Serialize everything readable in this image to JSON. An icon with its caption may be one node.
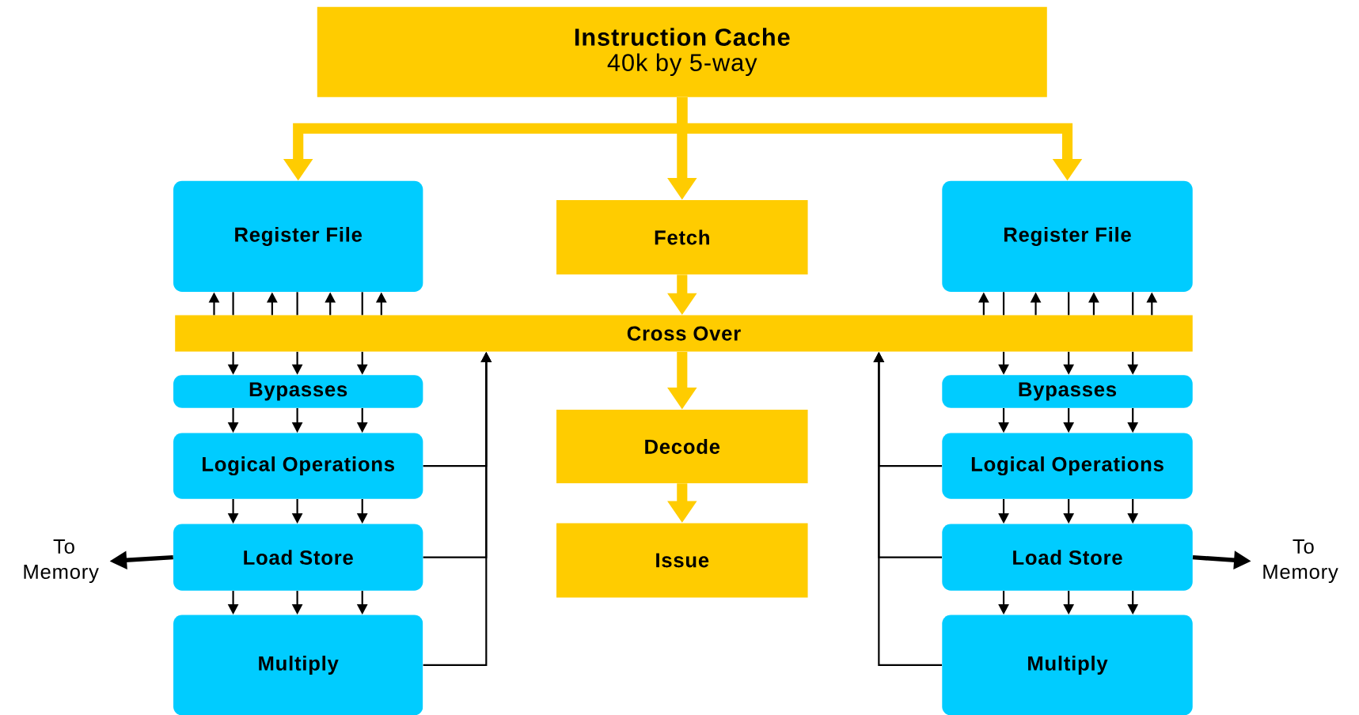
{
  "diagram": {
    "nodes": [
      {
        "text": [
          "Instruction Cache",
          "40k by 5-way"
        ]
      },
      {
        "text": [
          "Register File"
        ]
      },
      {
        "text": [
          "Fetch"
        ]
      },
      {
        "text": [
          "Register File"
        ]
      },
      {
        "text": [
          "Cross Over"
        ]
      },
      {
        "text": [
          "Bypasses"
        ]
      },
      {
        "text": [
          "Decode"
        ]
      },
      {
        "text": [
          "Bypasses"
        ]
      },
      {
        "text": [
          "Logical Operations"
        ]
      },
      {
        "text": [
          "Logical Operations"
        ]
      },
      {
        "text": [
          "Load Store"
        ]
      },
      {
        "text": [
          "Issue"
        ]
      },
      {
        "text": [
          "Load Store"
        ]
      },
      {
        "text": [
          "To Memory"
        ]
      },
      {
        "text": [
          "To Memory"
        ]
      },
      {
        "text": [
          "Multiply"
        ]
      },
      {
        "text": [
          "Multiply"
        ]
      }
    ],
    "edges": [
      {
        "from": 0,
        "to": 1,
        "arrow": "to",
        "style": "thick",
        "color": "#ffcc00"
      },
      {
        "from": 0,
        "to": 2,
        "arrow": "to",
        "style": "thick",
        "color": "#ffcc00"
      },
      {
        "from": 0,
        "to": 3,
        "arrow": "to",
        "style": "thick",
        "color": "#ffcc00"
      },
      {
        "from": 2,
        "to": 4,
        "arrow": "to",
        "style": "thick",
        "color": "#ffcc00"
      },
      {
        "from": 4,
        "to": 6,
        "arrow": "to",
        "style": "thick",
        "color": "#ffcc00"
      },
      {
        "from": 6,
        "to": 11,
        "arrow": "to",
        "style": "thick",
        "color": "#ffcc00"
      },
      {
        "from": 4,
        "to": 1,
        "arrow": "to"
      },
      {
        "from": 4,
        "to": 1,
        "arrow": "to"
      },
      {
        "from": 4,
        "to": 1,
        "arrow": "to"
      },
      {
        "from": 4,
        "to": 1,
        "arrow": "to"
      },
      {
        "from": 1,
        "to": 4,
        "arrow": "none"
      },
      {
        "from": 1,
        "to": 4,
        "arrow": "none"
      },
      {
        "from": 1,
        "to": 4,
        "arrow": "none"
      },
      {
        "from": 4,
        "to": 3,
        "arrow": "to"
      },
      {
        "from": 4,
        "to": 3,
        "arrow": "to"
      },
      {
        "from": 4,
        "to": 3,
        "arrow": "to"
      },
      {
        "from": 4,
        "to": 3,
        "arrow": "to"
      },
      {
        "from": 3,
        "to": 4,
        "arrow": "none"
      },
      {
        "from": 3,
        "to": 4,
        "arrow": "none"
      },
      {
        "from": 3,
        "to": 4,
        "arrow": "none"
      },
      {
        "from": 4,
        "to": 5,
        "arrow": "to"
      },
      {
        "from": 4,
        "to": 5,
        "arrow": "to"
      },
      {
        "from": 4,
        "to": 5,
        "arrow": "to"
      },
      {
        "from": 4,
        "to": 7,
        "arrow": "to"
      },
      {
        "from": 4,
        "to": 7,
        "arrow": "to"
      },
      {
        "from": 4,
        "to": 7,
        "arrow": "to"
      },
      {
        "from": 5,
        "to": 8,
        "arrow": "to"
      },
      {
        "from": 5,
        "to": 8,
        "arrow": "to"
      },
      {
        "from": 5,
        "to": 8,
        "arrow": "to"
      },
      {
        "from": 7,
        "to": 9,
        "arrow": "to"
      },
      {
        "from": 7,
        "to": 9,
        "arrow": "to"
      },
      {
        "from": 7,
        "to": 9,
        "arrow": "to"
      },
      {
        "from": 8,
        "to": 10,
        "arrow": "to"
      },
      {
        "from": 8,
        "to": 10,
        "arrow": "to"
      },
      {
        "from": 8,
        "to": 10,
        "arrow": "to"
      },
      {
        "from": 9,
        "to": 12,
        "arrow": "to"
      },
      {
        "from": 9,
        "to": 12,
        "arrow": "to"
      },
      {
        "from": 9,
        "to": 12,
        "arrow": "to"
      },
      {
        "from": 10,
        "to": 15,
        "arrow": "to"
      },
      {
        "from": 10,
        "to": 15,
        "arrow": "to"
      },
      {
        "from": 10,
        "to": 15,
        "arrow": "to"
      },
      {
        "from": 12,
        "to": 16,
        "arrow": "to"
      },
      {
        "from": 12,
        "to": 16,
        "arrow": "to"
      },
      {
        "from": 12,
        "to": 16,
        "arrow": "to"
      },
      {
        "from": 8,
        "to": 4,
        "arrow": "to"
      },
      {
        "from": 10,
        "to": 4,
        "arrow": "to"
      },
      {
        "from": 15,
        "to": 4,
        "arrow": "to"
      },
      {
        "from": 9,
        "to": 4,
        "arrow": "to"
      },
      {
        "from": 12,
        "to": 4,
        "arrow": "to"
      },
      {
        "from": 16,
        "to": 4,
        "arrow": "to"
      },
      {
        "from": 10,
        "to": 13,
        "arrow": "to",
        "style": "thick"
      },
      {
        "from": 12,
        "to": 14,
        "arrow": "to",
        "style": "thick"
      }
    ]
  }
}
